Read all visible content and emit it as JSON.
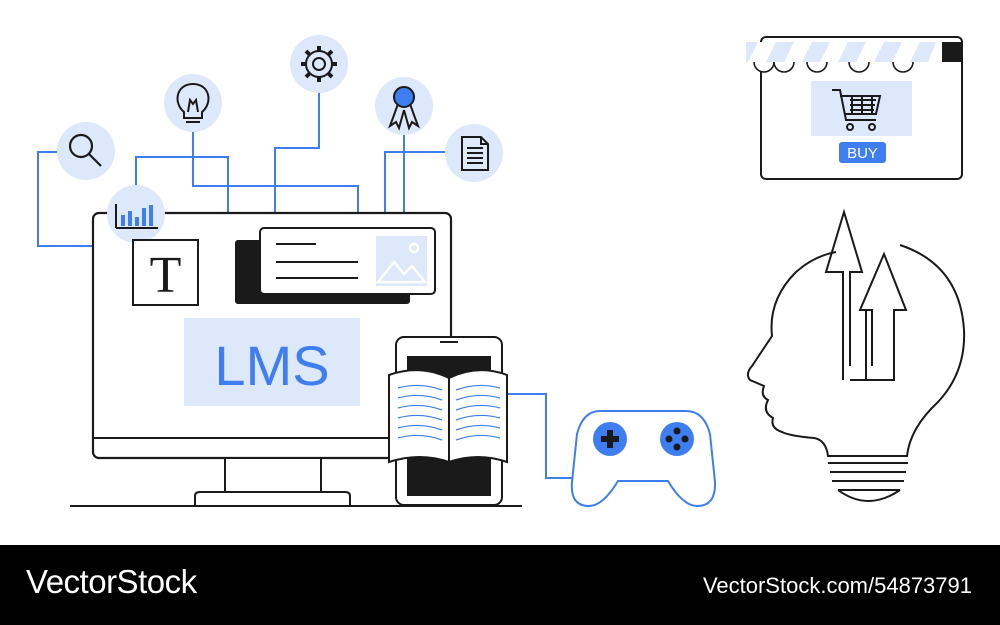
{
  "illustration": {
    "lms_label": "LMS",
    "text_tile_letter": "T",
    "buy_label": "BUY",
    "colors": {
      "accent": "#3f7ef0",
      "accent_light": "#dde8fb",
      "line": "#1a1a1a",
      "frame": "#3a3a3a"
    },
    "icons": [
      "search-icon",
      "lightbulb-icon",
      "gear-icon",
      "award-ribbon-icon",
      "document-icon",
      "bar-chart-icon",
      "image-icon",
      "open-book-icon",
      "gamepad-icon",
      "shopping-cart-icon",
      "head-lightbulb-icon"
    ]
  },
  "footer": {
    "brand": "VectorStock",
    "stock_id": "VectorStock.com/54873791"
  }
}
